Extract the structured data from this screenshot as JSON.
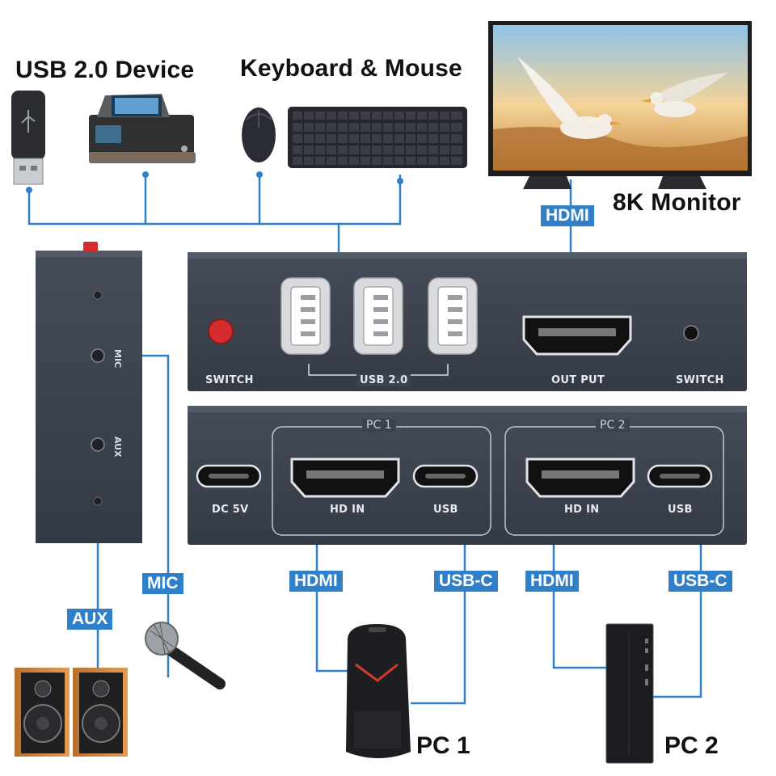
{
  "header": {
    "usb_device": "USB 2.0 Device",
    "keyboard_mouse": "Keyboard & Mouse",
    "monitor": "8K Monitor"
  },
  "badges": {
    "hdmi_monitor": "HDMI",
    "mic": "MIC",
    "aux": "AUX",
    "hdmi_pc1": "HDMI",
    "usbc_pc1": "USB-C",
    "hdmi_pc2": "HDMI",
    "usbc_pc2": "USB-C"
  },
  "front_panel": {
    "switch_left": "SWITCH",
    "usb": "USB 2.0",
    "output": "OUT PUT",
    "switch_right": "SWITCH"
  },
  "back_panel": {
    "dc": "DC 5V",
    "pc1": "PC 1",
    "pc1_hd": "HD IN",
    "pc1_usb": "USB",
    "pc2": "PC 2",
    "pc2_hd": "HD IN",
    "pc2_usb": "USB"
  },
  "side_panel": {
    "mic": "MIC",
    "aux": "AUX"
  },
  "computers": {
    "pc1": "PC 1",
    "pc2": "PC 2"
  },
  "colors": {
    "line": "#2f7fc9",
    "device_body": "#3c4350",
    "badge_bg": "#2f7fc9",
    "switch_button": "#d42c2c"
  }
}
